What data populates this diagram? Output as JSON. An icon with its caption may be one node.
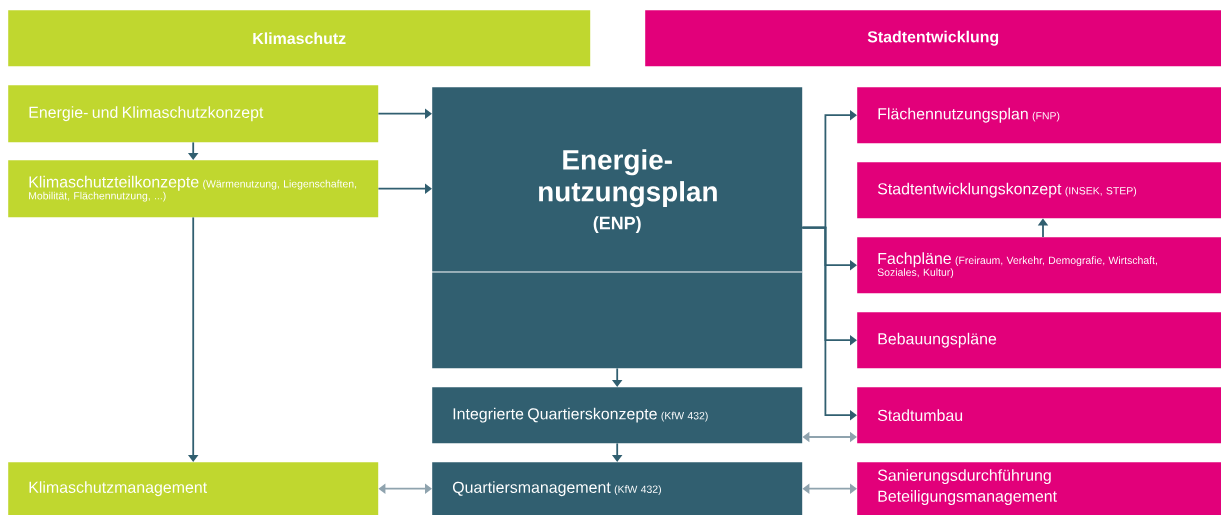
{
  "diagram": {
    "nodes": [
      {
        "text": [
          "Klimaschutz"
        ]
      },
      {
        "text": [
          "Stadtentwicklung"
        ]
      },
      {
        "text": [
          "Energie- und Klimaschutzkonzept"
        ]
      },
      {
        "text": [
          "Klimaschutzteilkonzepte",
          "(Wärmenutzung, Liegenschaften, Mobilität, Flächennutzung, ...)"
        ]
      },
      {
        "text": [
          "Energie- nutzungsplan",
          "(ENP)"
        ]
      },
      {
        "text": [
          "Integrierte Quartierskonzepte",
          "(KfW 432)"
        ]
      },
      {
        "text": [
          "Quartiersmanagement",
          "(KfW 432)"
        ]
      },
      {
        "text": [
          "Klimaschutzmanagement"
        ]
      },
      {
        "text": [
          "Flächennutzungsplan",
          "(FNP)"
        ]
      },
      {
        "text": [
          "Stadtentwicklungskonzept",
          "(INSEK, STEP)"
        ]
      },
      {
        "text": [
          "Fachpläne",
          "(Freiraum, Verkehr, Demografie, Wirtschaft, Soziales, Kultur)"
        ]
      },
      {
        "text": [
          "Bebauungspläne"
        ]
      },
      {
        "text": [
          "Stadtumbau"
        ]
      },
      {
        "text": [
          "Sanierungsdurchführung Beteiligungsmanagement"
        ]
      }
    ],
    "edges": [
      {
        "from": 2,
        "to": 4,
        "arrow": "to"
      },
      {
        "from": 3,
        "to": 4,
        "arrow": "to"
      },
      {
        "from": 2,
        "to": 3,
        "arrow": "to"
      },
      {
        "from": 3,
        "to": 7,
        "arrow": "to"
      },
      {
        "from": 4,
        "to": 5,
        "arrow": "to"
      },
      {
        "from": 5,
        "to": 6,
        "arrow": "to"
      },
      {
        "from": 4,
        "to": 8,
        "arrow": "to"
      },
      {
        "from": 4,
        "to": 10,
        "arrow": "to"
      },
      {
        "from": 4,
        "to": 11,
        "arrow": "to"
      },
      {
        "from": 4,
        "to": 12,
        "arrow": "to"
      },
      {
        "from": 10,
        "to": 9,
        "arrow": "to"
      },
      {
        "from": 5,
        "to": 12,
        "arrow": "both",
        "color": "#8fa3ae"
      },
      {
        "from": 7,
        "to": 6,
        "arrow": "both",
        "color": "#8fa3ae"
      },
      {
        "from": 6,
        "to": 13,
        "arrow": "both",
        "color": "#8fa3ae"
      }
    ]
  }
}
